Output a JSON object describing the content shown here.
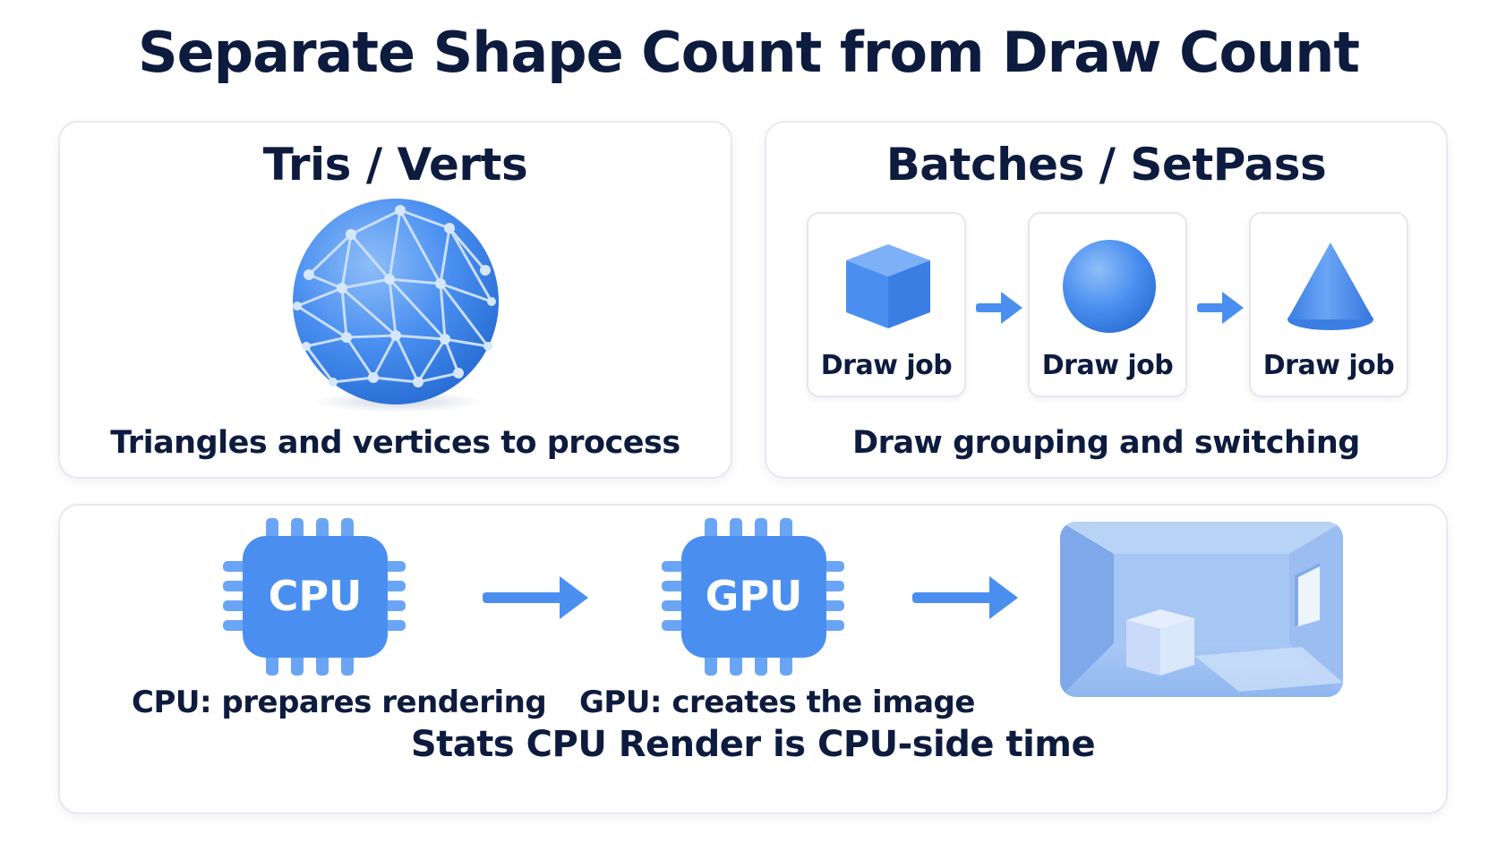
{
  "title": "Separate Shape Count from Draw Count",
  "panels": {
    "tris": {
      "heading": "Tris / Verts",
      "caption": "Triangles and vertices to process"
    },
    "batches": {
      "heading": "Batches / SetPass",
      "jobs": [
        {
          "label": "Draw job",
          "icon": "cube-icon"
        },
        {
          "label": "Draw job",
          "icon": "sphere-icon"
        },
        {
          "label": "Draw job",
          "icon": "cone-icon"
        }
      ],
      "caption": "Draw grouping and switching"
    },
    "stats": {
      "cpu": {
        "chip": "CPU",
        "label": "CPU: prepares rendering"
      },
      "gpu": {
        "chip": "GPU",
        "label": "GPU: creates the image"
      },
      "caption": "Stats CPU Render is CPU-side time"
    }
  },
  "colors": {
    "accent": "#4a8ff0",
    "accent_dark": "#2f73d8",
    "text": "#0d1b3e",
    "border": "#e6e9ef"
  }
}
